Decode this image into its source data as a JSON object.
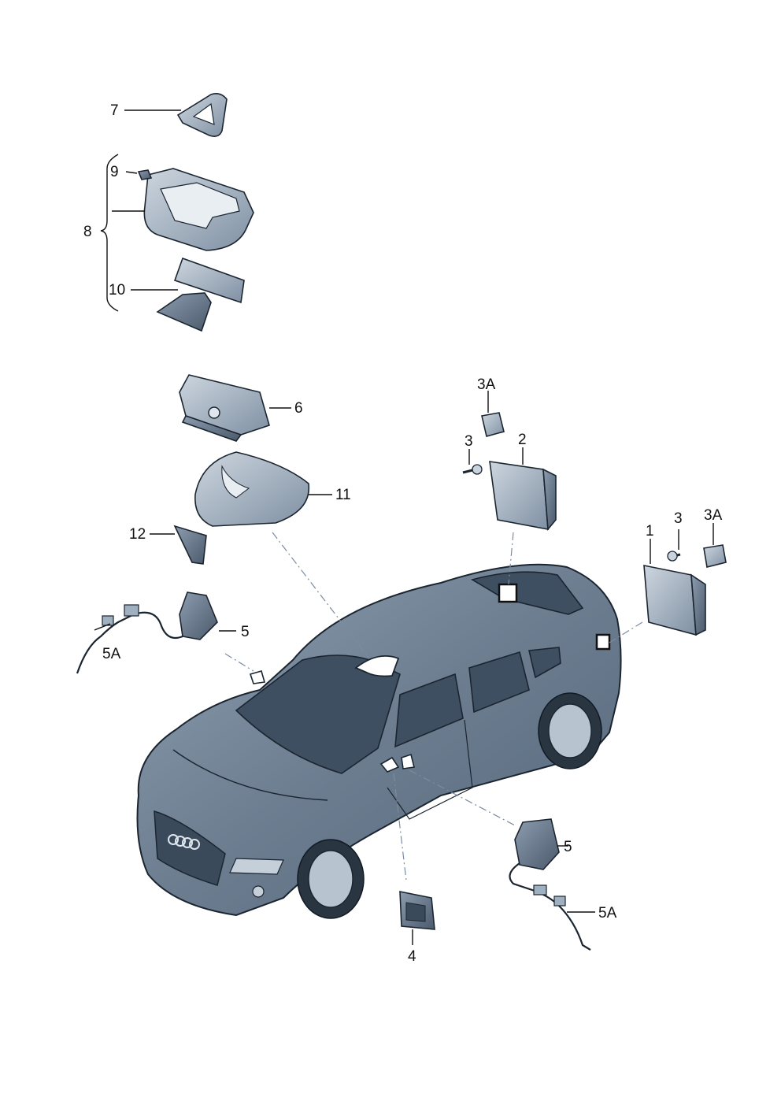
{
  "diagram": {
    "callouts": {
      "c1": "1",
      "c2": "2",
      "c3a": "3",
      "c3b": "3",
      "c3Aa": "3A",
      "c3Ab": "3A",
      "c4": "4",
      "c5a": "5",
      "c5b": "5",
      "c5Aa": "5A",
      "c5Ab": "5A",
      "c6": "6",
      "c7": "7",
      "c8": "8",
      "c9": "9",
      "c10": "10",
      "c11": "11",
      "c12": "12"
    },
    "colors": {
      "part_light": "#aebccb",
      "part_dark": "#5d6e81",
      "car_body": "#6f8092",
      "line": "#111111",
      "dashed_leader": "#7c8ca0"
    }
  }
}
